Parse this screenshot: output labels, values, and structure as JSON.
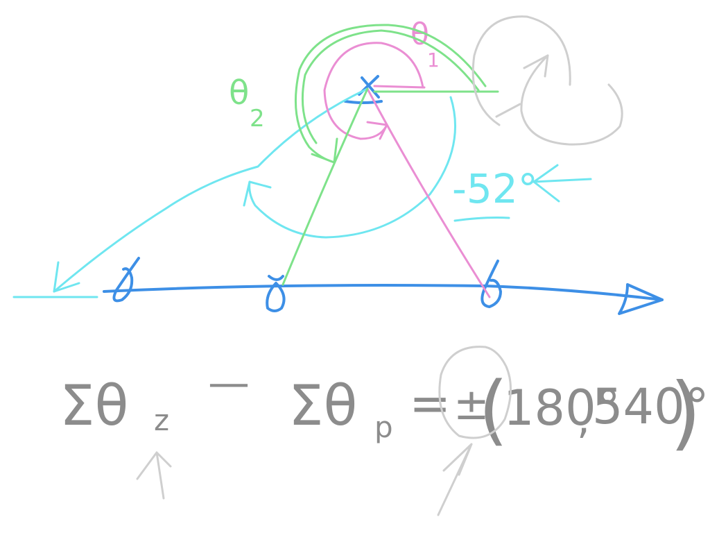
{
  "colors": {
    "background": "#ffffff",
    "real_axis": "#3d8fe6",
    "zero_marks": "#3d8fe6",
    "pole_marks": "#3d8fe6",
    "angle_zero_theta2": "#7ee28a",
    "angle_pole_theta1": "#ea8ed3",
    "angle_negative": "#6fe6f0",
    "formula_ink": "#8c8c8c",
    "annotation_ink": "#cfcfcf"
  },
  "icons": {
    "circular_arrow": "rotation-arrow-icon",
    "pointer_arrows": "arrow-icon"
  },
  "labels": {
    "theta_zero": "θ",
    "theta_zero_sub": "2",
    "theta_pole": "θ",
    "theta_pole_sub": "1",
    "negative_angle": "-52°"
  },
  "formula": {
    "sum_zeros": "Σθ",
    "sum_zeros_sub": "z",
    "minus": "—",
    "sum_poles": "Σθ",
    "sum_poles_sub": "p",
    "equals": "=",
    "plus_minus": "±",
    "open_paren": "(",
    "value_a": "180°",
    "separator": ",",
    "value_b": "540°",
    "close_paren": ")"
  }
}
